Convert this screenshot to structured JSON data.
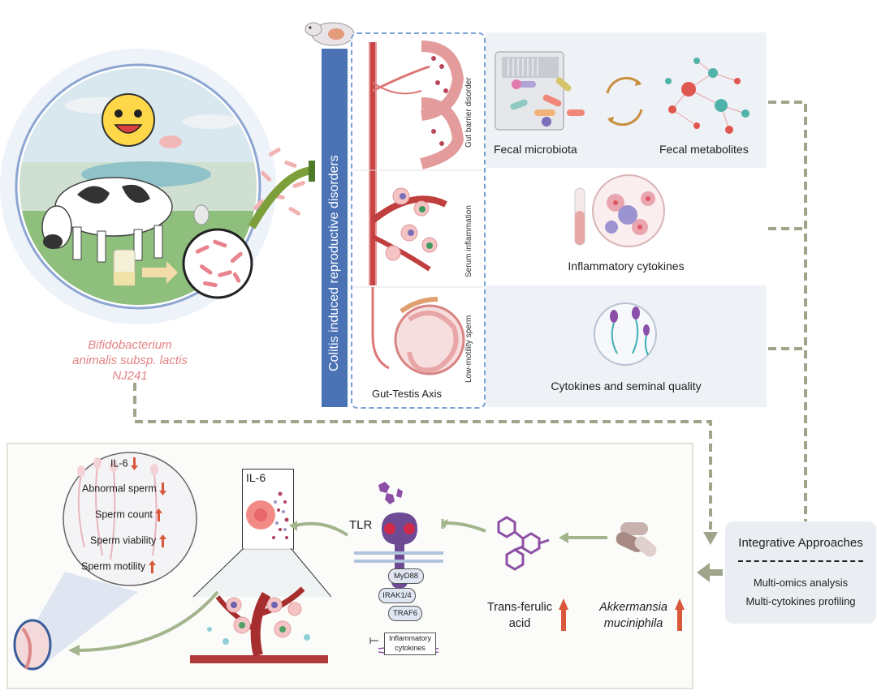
{
  "bacterium": {
    "line1": "Bifidobacterium",
    "line2": "animalis subsp. lactis",
    "line3": "NJ241"
  },
  "vertical_title": "Colitis induced reproductive disorders",
  "sections": {
    "gut_barrier": "Gut barrier disorder",
    "serum_inflammation": "Serum inflammation",
    "low_motility": "Low-motility sperm",
    "gut_testis_axis": "Gut-Testis Axis"
  },
  "panels": {
    "fecal_microbiota": "Fecal microbiota",
    "fecal_metabolites": "Fecal metabolites",
    "inflammatory_cytokines": "Inflammatory cytokines",
    "cytokines_seminal": "Cytokines and seminal quality"
  },
  "integrative": {
    "title": "Integrative Approaches",
    "item1": "Multi-omics analysis",
    "item2": "Multi-cytokines profiling"
  },
  "outcomes": {
    "il6": "IL-6",
    "abnormal": "Abnormal sperm",
    "count": "Sperm count",
    "viability": "Sperm viability",
    "motility": "Sperm motility"
  },
  "pathway": {
    "il6_box": "IL-6",
    "tlr": "TLR",
    "myd88": "MyD88",
    "irak": "IRAK1/4",
    "traf6": "TRAF6",
    "inflam_line1": "Inflammatory",
    "inflam_line2": "cytokines"
  },
  "metabolite": {
    "line1": "Trans-ferulic",
    "line2": "acid"
  },
  "akk": {
    "line1": "Akkermansia",
    "line2": "muciniphila"
  },
  "colors": {
    "arrow_red": "#d9573a",
    "dash_olive": "#9fa58a",
    "blue_bar": "#4a72b5",
    "panel_bg": "#eef1f6",
    "pink_text": "#e38383"
  }
}
